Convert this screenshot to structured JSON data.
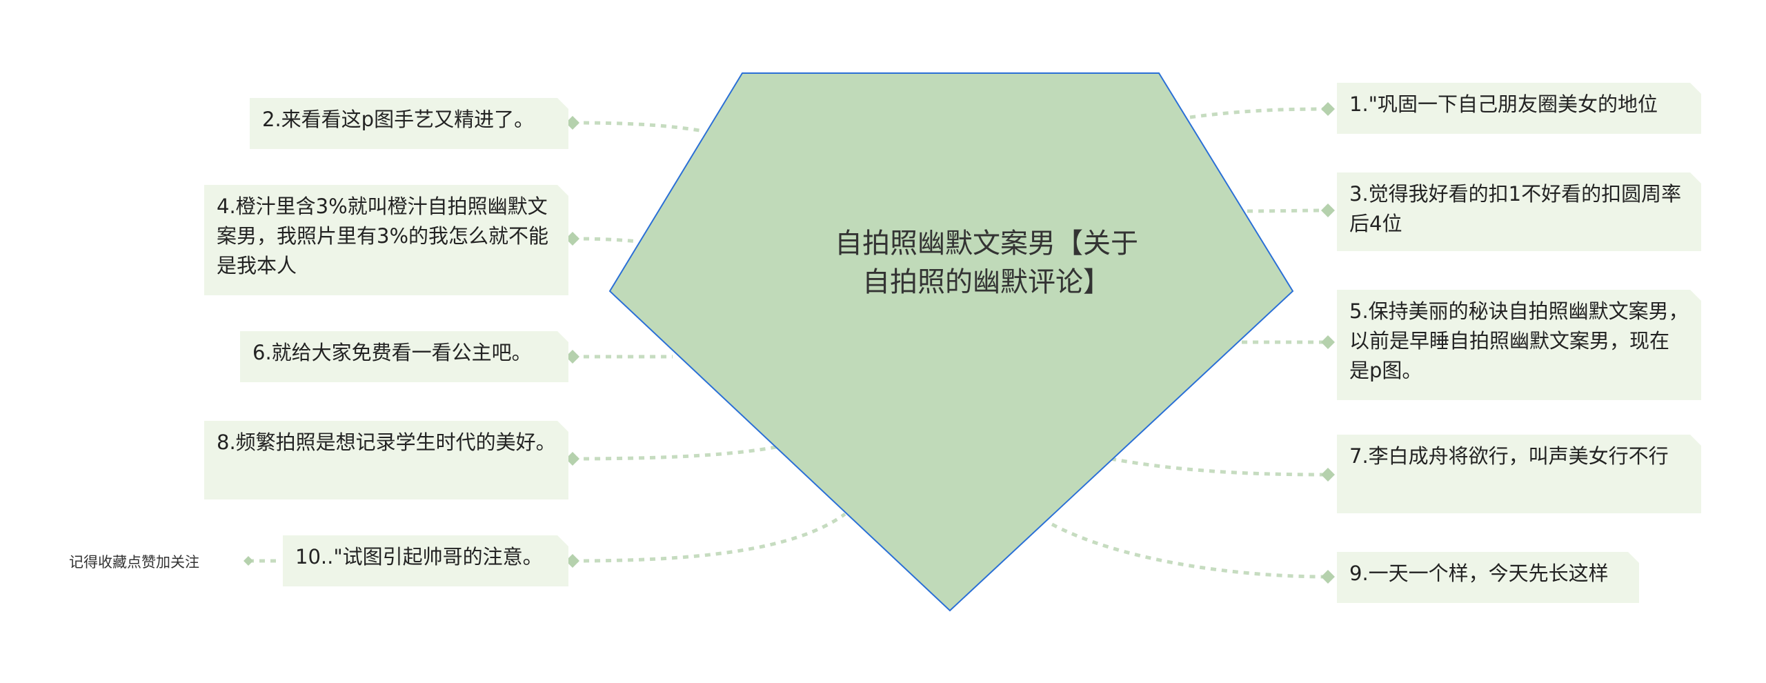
{
  "center": {
    "line1": "自拍照幽默文案男【关于",
    "line2": "自拍照的幽默评论】"
  },
  "nodes": [
    {
      "id": "n1",
      "text": "1.\"巩固一下自己朋友圈美女的地位"
    },
    {
      "id": "n2",
      "text": "2.来看看这p图手艺又精进了。"
    },
    {
      "id": "n3",
      "text": "3.觉得我好看的扣1不好看的扣圆周率后4位"
    },
    {
      "id": "n4",
      "text": "4.橙汁里含3%就叫橙汁自拍照幽默文案男，我照片里有3%的我怎么就不能是我本人"
    },
    {
      "id": "n5",
      "text": "5.保持美丽的秘诀自拍照幽默文案男，以前是早睡自拍照幽默文案男，现在是p图。"
    },
    {
      "id": "n6",
      "text": "6.就给大家免费看一看公主吧。"
    },
    {
      "id": "n7",
      "text": "7.李白成舟将欲行，叫声美女行不行"
    },
    {
      "id": "n8",
      "text": "8.频繁拍照是想记录学生时代的美好。"
    },
    {
      "id": "n9",
      "text": "9.一天一个样，今天先长这样"
    },
    {
      "id": "n10",
      "text": "10..\"试图引起帅哥的注意。"
    }
  ],
  "footer": {
    "text": "记得收藏点赞加关注"
  },
  "colors": {
    "center_fill": "#c0dab9",
    "center_stroke": "#2a6fd6",
    "node_fill": "#eef5e8",
    "connector": "#c6dcc0",
    "diamond": "#b5d1ad"
  }
}
